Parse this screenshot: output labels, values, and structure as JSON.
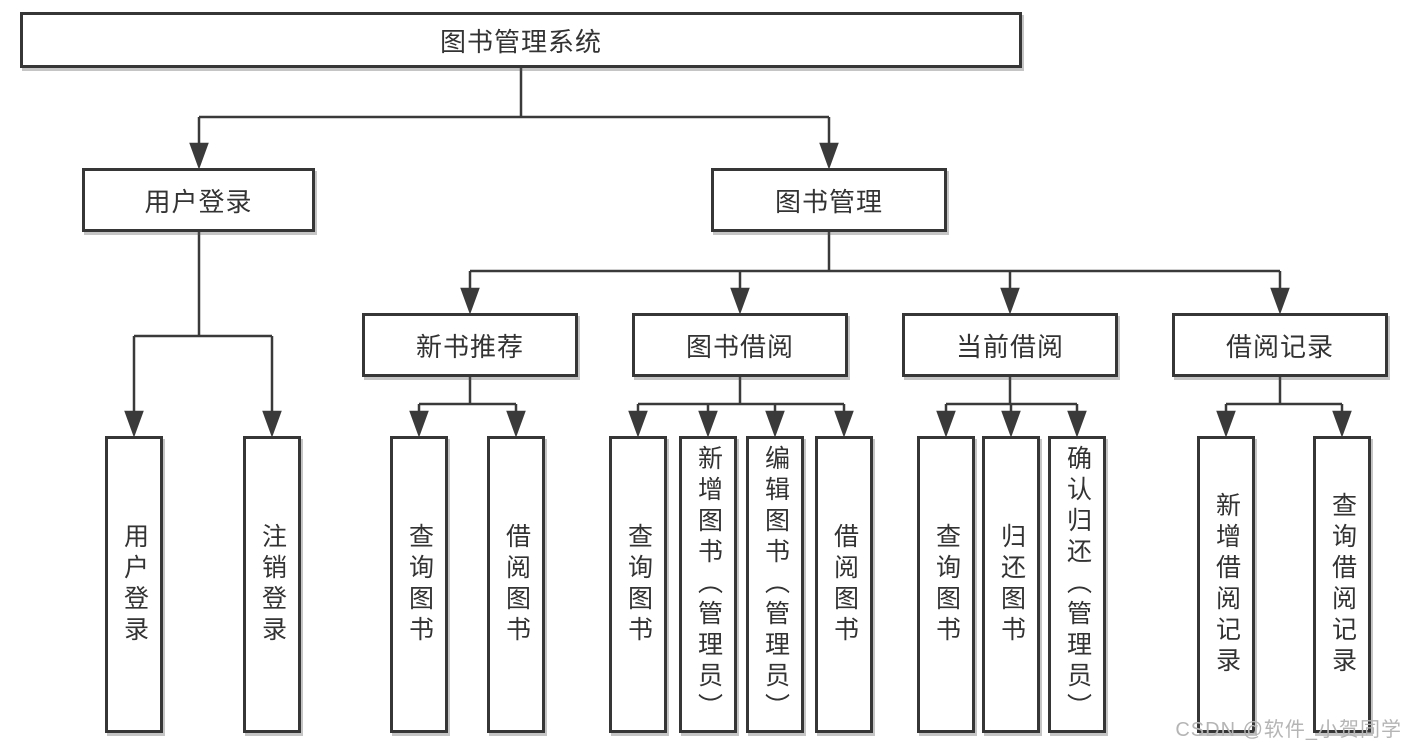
{
  "title": "图书管理系统",
  "tree": {
    "label": "图书管理系统",
    "children": [
      {
        "label": "用户登录",
        "children": [
          {
            "label": "用户登录"
          },
          {
            "label": "注销登录"
          }
        ]
      },
      {
        "label": "图书管理",
        "children": [
          {
            "label": "新书推荐",
            "children": [
              {
                "label": "查询图书"
              },
              {
                "label": "借阅图书"
              }
            ]
          },
          {
            "label": "图书借阅",
            "children": [
              {
                "label": "查询图书"
              },
              {
                "label": "新增图书（管理员）"
              },
              {
                "label": "编辑图书（管理员）"
              },
              {
                "label": "借阅图书"
              }
            ]
          },
          {
            "label": "当前借阅",
            "children": [
              {
                "label": "查询图书"
              },
              {
                "label": "归还图书"
              },
              {
                "label": "确认归还（管理员）"
              }
            ]
          },
          {
            "label": "借阅记录",
            "children": [
              {
                "label": "新增借阅记录"
              },
              {
                "label": "查询借阅记录"
              }
            ]
          }
        ]
      }
    ]
  },
  "watermark": "CSDN @软件_小贺同学",
  "colors": {
    "line": "#3a3a3a",
    "box_border": "#363636",
    "box_fill": "#ffffff",
    "text": "#333333",
    "watermark": "#b5b5b5"
  }
}
